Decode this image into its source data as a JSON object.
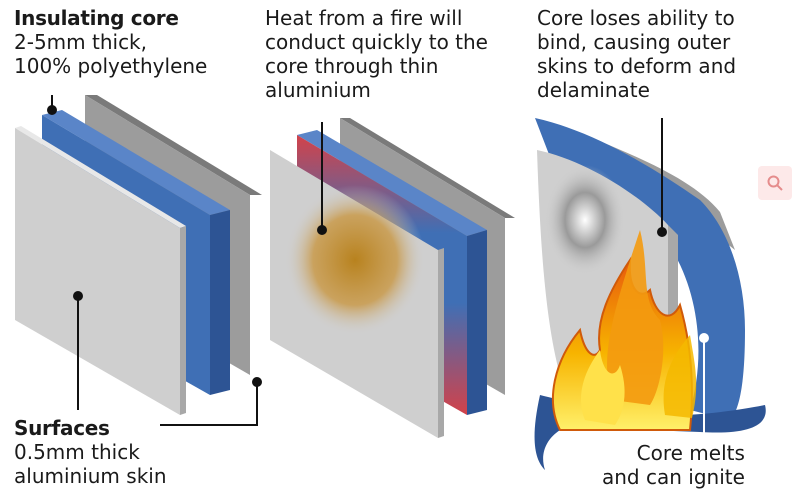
{
  "panels": [
    {
      "title": "Insulating core",
      "lines": [
        "2-5mm thick,",
        "100% polyethylene"
      ]
    },
    {
      "title": "",
      "lines": [
        "Heat from a fire will",
        "conduct quickly to the",
        "core through thin",
        "aluminium"
      ]
    },
    {
      "title": "",
      "lines": [
        "Core loses ability to",
        "bind, causing outer",
        "skins to deform and",
        "delaminate"
      ]
    }
  ],
  "surfaces": {
    "title": "Surfaces",
    "lines": [
      "0.5mm thick",
      "aluminium skin"
    ]
  },
  "melt": {
    "lines": [
      "Core melts",
      "and can ignite"
    ]
  },
  "icons": {
    "zoom": "magnifier-icon"
  },
  "colors": {
    "core_blue": "#3f6fb5",
    "skin_grey": "#cfcfcf",
    "heat_orange": "#c7861f",
    "flame_yellow": "#f5c400",
    "flame_orange": "#f07a10"
  }
}
